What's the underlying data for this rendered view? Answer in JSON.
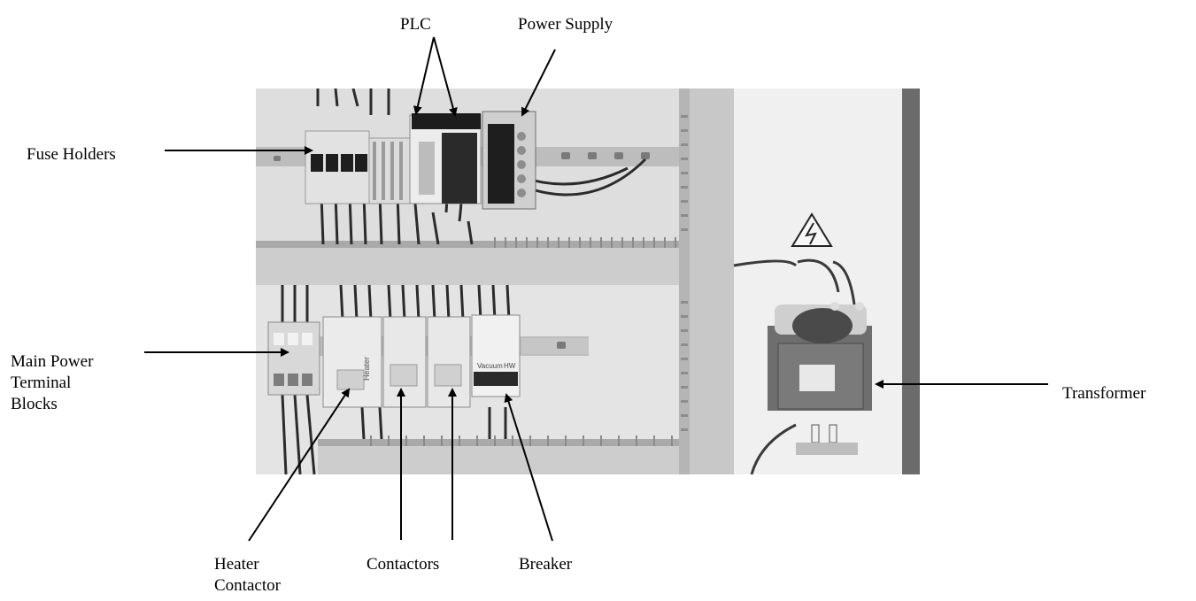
{
  "labels": {
    "plc": "PLC",
    "power_supply": "Power Supply",
    "fuse_holders": "Fuse Holders",
    "main_power_terminal_blocks": [
      "Main Power",
      "Terminal",
      "Blocks"
    ],
    "transformer": "Transformer",
    "heater_contactor": [
      "Heater",
      "Contactor"
    ],
    "contactors": "Contactors",
    "breaker": "Breaker"
  },
  "photo": {
    "warning_symbol": "high-voltage-warning-icon",
    "device_labels": [
      "Heater",
      "Vacuum",
      "HW"
    ]
  },
  "colors": {
    "panel_background": "#e6e6e6",
    "din_rail": "#bdbdbd",
    "wiring_duct": "#cfcfcf",
    "component_light": "#e9e9e9",
    "component_dark": "#2a2a2a",
    "label_text": "#000000"
  }
}
